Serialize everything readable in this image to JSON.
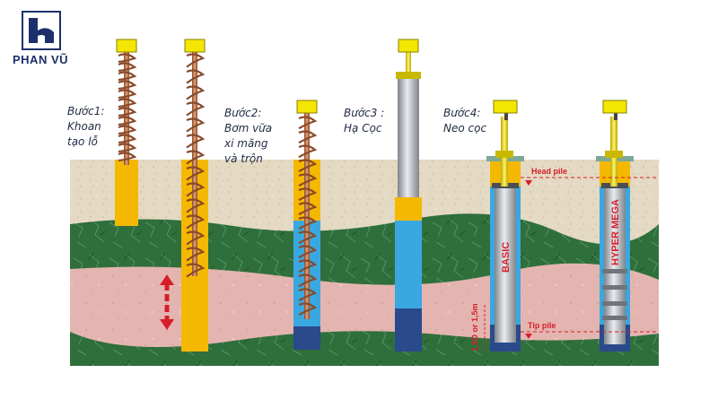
{
  "logo": {
    "text": "PHAN VŨ"
  },
  "steps": [
    {
      "label": "Bước1:\nKhoan\ntạo lỗ"
    },
    {
      "label": "Bước2:\nBơm vữa\nxi măng\nvà trộn"
    },
    {
      "label": "Bước3 :\nHạ Cọc"
    },
    {
      "label": "Bước4:\nNeo cọc"
    }
  ],
  "annotations": {
    "head_pile": "Head pile",
    "tip_pile": "Tip pile",
    "length": "1,5D or 1,5m",
    "basic": "BASIC",
    "hyper_mega": "HYPER MEGA"
  },
  "colors": {
    "sand": "#e6dcc7",
    "green": "#2f6f3c",
    "pink": "#e6b7b2",
    "grout": "#f5b800",
    "blue": "#3aa8e0",
    "navy": "#2a4a8c",
    "pile": "#b8bcc2",
    "helix": "#9a5a3a",
    "cap": "#f3e600",
    "marker": "#d61e2a"
  }
}
